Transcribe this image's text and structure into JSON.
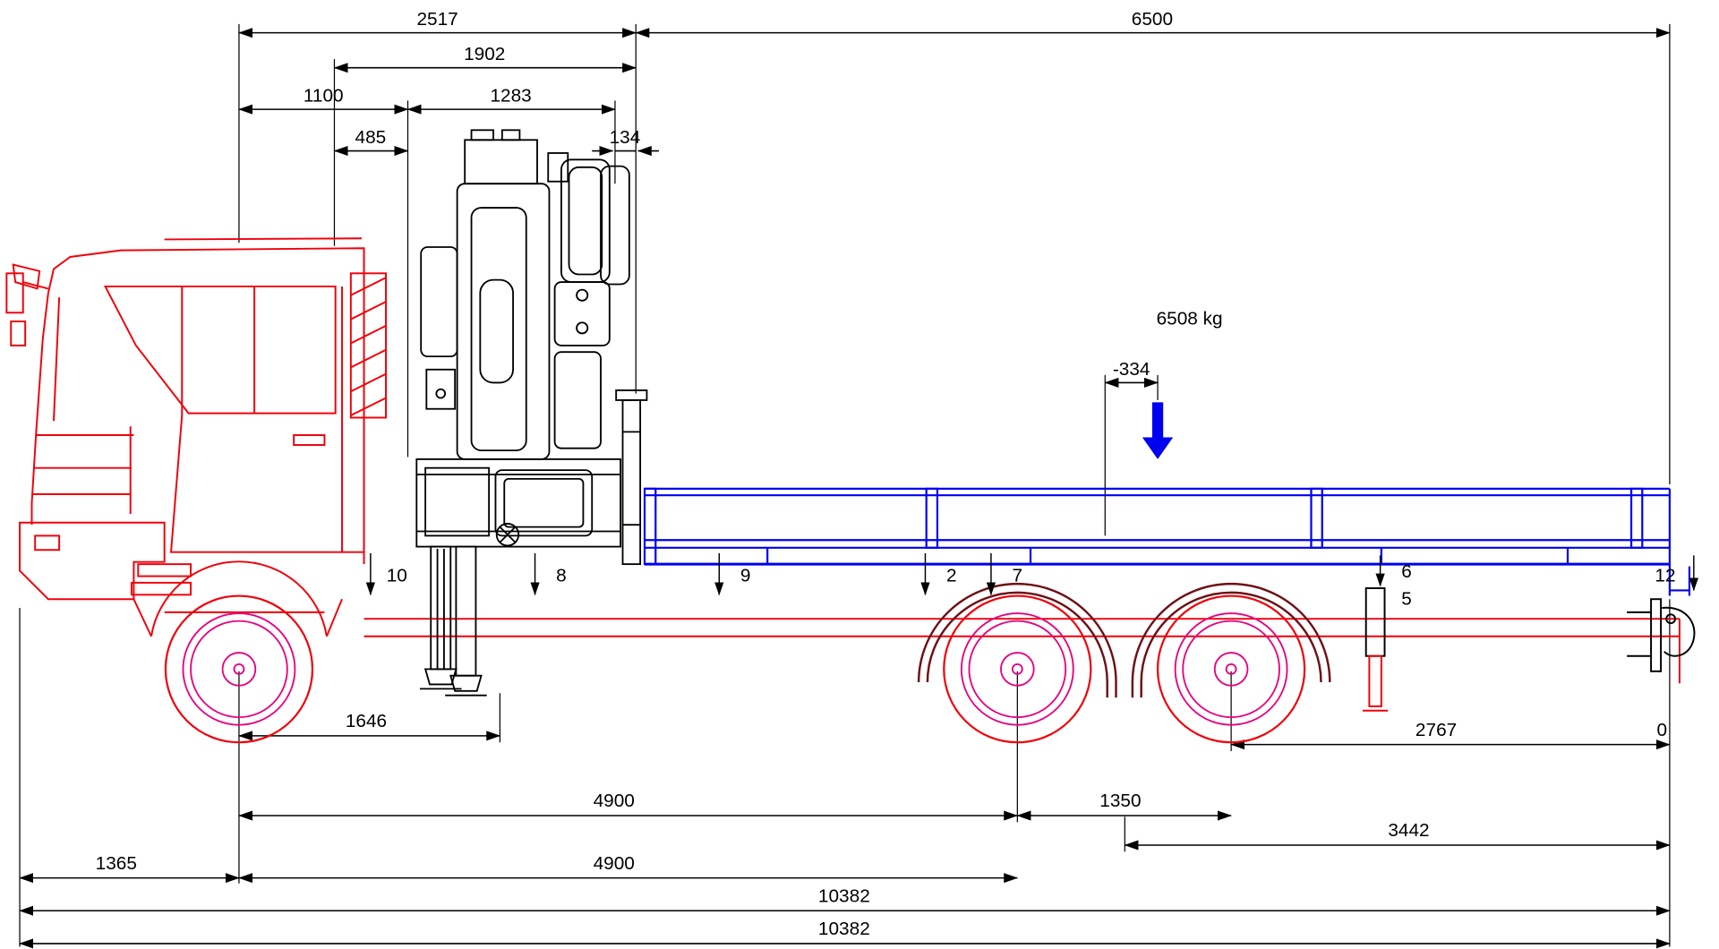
{
  "colors": {
    "cab": "#f0000a",
    "wheel_rim": "#e6007e",
    "body": "#0000f2",
    "fender": "#6d1016",
    "crane": "#000000",
    "dimension": "#000000",
    "load_arrow": "#0000f0"
  },
  "dimensions": {
    "top": {
      "front_axle_to_body_start": "2517",
      "body_start_to_rear": "6500",
      "cab_rear_to_body_start": "1902",
      "front_axle_to_crane_axis": "1100",
      "crane_axis_to_boom_end": "1283",
      "cab_rear_to_crane_axis": "485",
      "boom_end_to_body_start": "134"
    },
    "load": {
      "crane_weight": "6508 kg",
      "cg_offset": "-334"
    },
    "bottom": {
      "front_axle_to_stabilizer": "1646",
      "rear_axle_to_frame_end": "2767",
      "frame_end_ref": "0",
      "wheelbase": "4900",
      "bogie_spacing": "1350",
      "bogie_center_to_frame_end": "3442",
      "front_overhang": "1365",
      "wheelbase_repeat": "4900",
      "overall_length": "10382",
      "overall_length_repeat": "10382"
    }
  },
  "stations": [
    "10",
    "8",
    "9",
    "2",
    "7",
    "6",
    "5",
    "12"
  ]
}
